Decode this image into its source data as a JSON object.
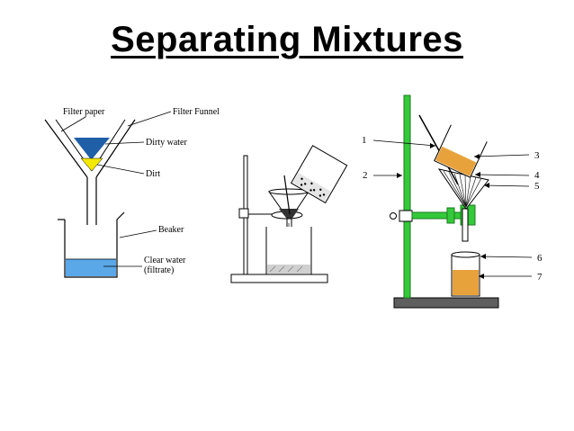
{
  "title": "Separating Mixtures",
  "left_diagram": {
    "labels": {
      "filter_paper": "Filter paper",
      "filter_funnel": "Filter Funnel",
      "dirty_water": "Dirty water",
      "dirt": "Dirt",
      "beaker": "Beaker",
      "clear_water": "Clear water",
      "filtrate": "(filtrate)"
    }
  },
  "right_diagram": {
    "numbers": [
      "1",
      "2",
      "3",
      "4",
      "5",
      "6",
      "7"
    ]
  },
  "colors": {
    "dirty_water": "#1f5fa8",
    "dirt": "#f4e900",
    "clear_water": "#5aa8e8",
    "stand_green": "#34c93a",
    "orange_liquid": "#e8a23c"
  }
}
